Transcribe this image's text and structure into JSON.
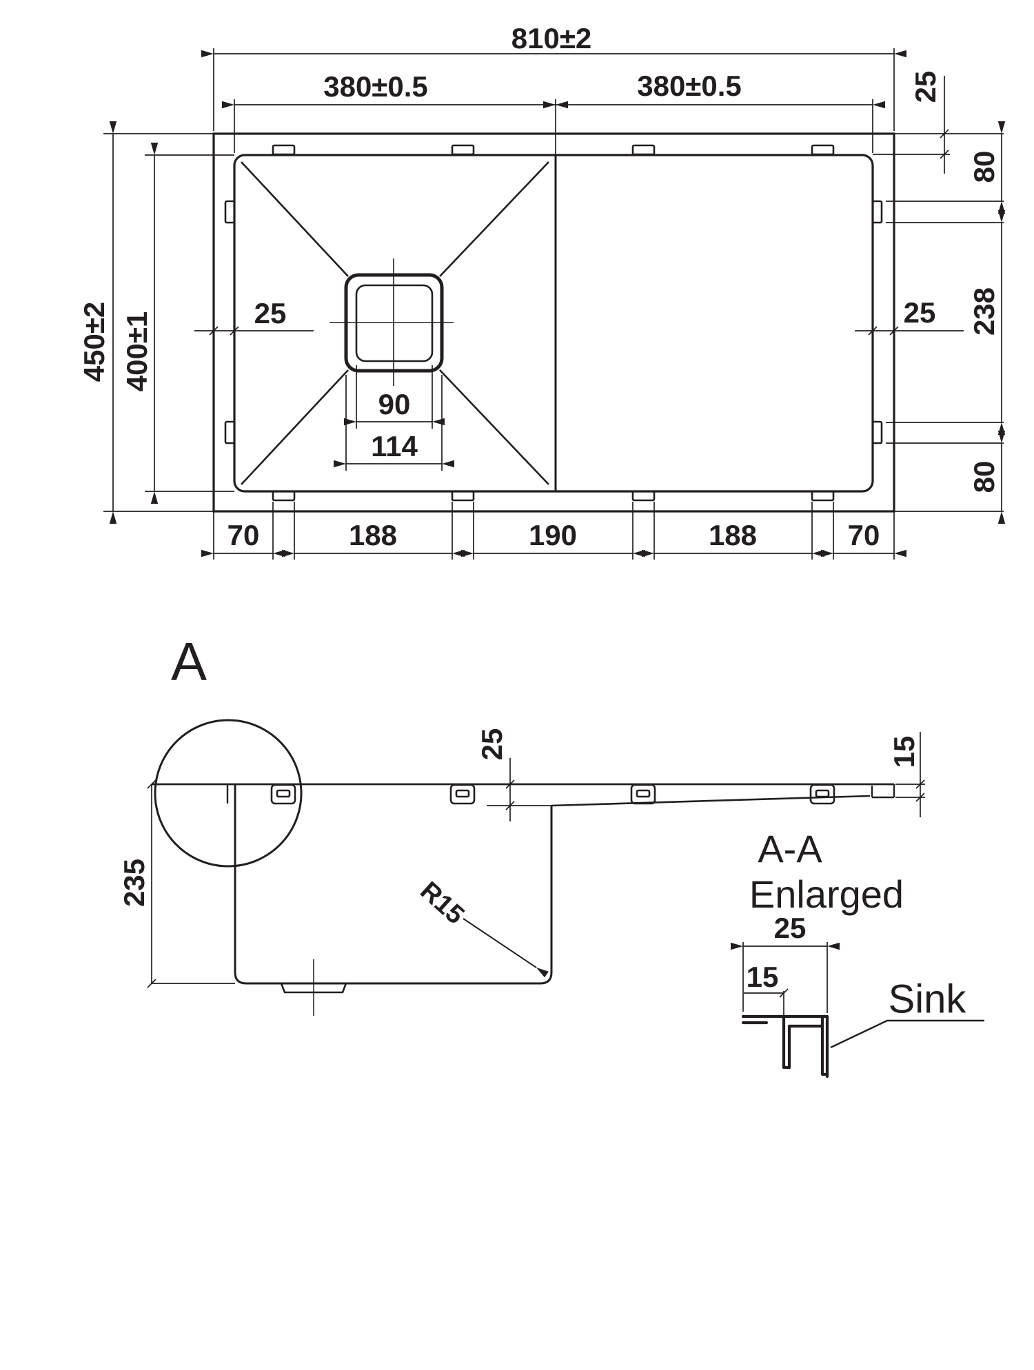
{
  "top_view": {
    "overall_width": "810±2",
    "bowl_width": "380±0.5",
    "deck_width": "380±0.5",
    "overall_depth": "450±2",
    "inner_depth": "400±1",
    "lip_top_right": "25",
    "clip_offset_top_right": "80",
    "clip_span_right": "238",
    "clip_offset_bottom_right": "80",
    "lip_left": "25",
    "lip_right": "25",
    "drain_inner_size": "90",
    "drain_outer_size": "114",
    "bottom_chain": [
      "70",
      "188",
      "190",
      "188",
      "70"
    ]
  },
  "side_view": {
    "detail_marker": "A",
    "bowl_depth": "235",
    "step_drop": "25",
    "edge_height": "15",
    "bottom_radius": "R15"
  },
  "detail_view": {
    "title_line1": "A-A",
    "title_line2": "Enlarged",
    "rim_top_width": "25",
    "hem_inset": "15",
    "callout": "Sink"
  }
}
